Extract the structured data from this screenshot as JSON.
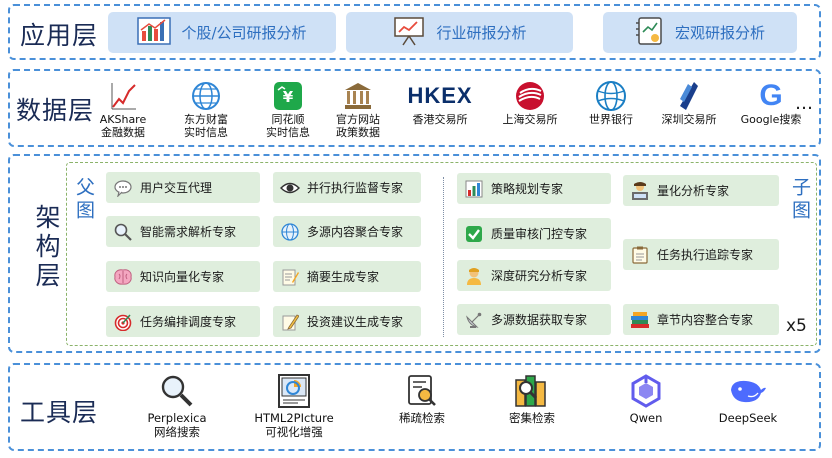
{
  "layers": {
    "application": {
      "title": "应用层",
      "cards": [
        {
          "label": "个股/公司研报分析",
          "icon": "stock-chart-icon"
        },
        {
          "label": "行业研报分析",
          "icon": "presentation-board-icon"
        },
        {
          "label": "宏观研报分析",
          "icon": "report-notebook-icon"
        }
      ]
    },
    "data": {
      "title": "数据层",
      "sources": [
        {
          "line1": "AKShare",
          "line2": "金融数据",
          "icon": "akshare-icon"
        },
        {
          "line1": "东方财富",
          "line2": "实时信息",
          "icon": "eastmoney-icon"
        },
        {
          "line1": "同花顺",
          "line2": "实时信息",
          "icon": "tonghuashun-icon"
        },
        {
          "line1": "官方网站",
          "line2": "政策数据",
          "icon": "government-building-icon"
        },
        {
          "logo_text": "HKEX",
          "line1": "香港交易所",
          "icon": "hkex-logo"
        },
        {
          "line1": "上海交易所",
          "icon": "sse-logo-icon"
        },
        {
          "line1": "世界银行",
          "icon": "world-bank-icon"
        },
        {
          "line1": "深圳交易所",
          "icon": "szse-logo-icon"
        },
        {
          "logo_text": "G",
          "line1": "Google搜索",
          "icon": "google-icon"
        }
      ],
      "more": "…"
    },
    "architecture": {
      "title": "架构层",
      "parent_label": "父图",
      "child_label": "子图",
      "multiplier": "x5",
      "parent_agents": [
        {
          "label": "用户交互代理",
          "icon": "chat-bubble-icon"
        },
        {
          "label": "并行执行监督专家",
          "icon": "eye-icon"
        },
        {
          "label": "智能需求解析专家",
          "icon": "magnifier-icon"
        },
        {
          "label": "多源内容聚合专家",
          "icon": "globe-icon"
        },
        {
          "label": "知识向量化专家",
          "icon": "brain-icon"
        },
        {
          "label": "摘要生成专家",
          "icon": "memo-icon"
        },
        {
          "label": "任务编排调度专家",
          "icon": "target-icon"
        },
        {
          "label": "投资建议生成专家",
          "icon": "pencil-icon"
        }
      ],
      "child_agents": [
        {
          "label": "策略规划专家",
          "icon": "bar-chart-icon"
        },
        {
          "label": "量化分析专家",
          "icon": "technologist-icon"
        },
        {
          "label": "质量审核门控专家",
          "icon": "check-box-icon"
        },
        {
          "label": "任务执行追踪专家",
          "icon": "clipboard-icon"
        },
        {
          "label": "深度研究分析专家",
          "icon": "researcher-icon"
        },
        {
          "label": "多源数据获取专家",
          "icon": "satellite-dish-icon"
        },
        {
          "label": "章节内容整合专家",
          "icon": "books-icon"
        }
      ]
    },
    "tools": {
      "title": "工具层",
      "items": [
        {
          "line1": "Perplexica",
          "line2": "网络搜索",
          "icon": "search-magnifier-icon"
        },
        {
          "line1": "HTML2PIcture",
          "line2": "可视化增强",
          "icon": "chart-picture-icon"
        },
        {
          "line1": "稀疏检索",
          "icon": "document-search-icon"
        },
        {
          "line1": "密集检索",
          "icon": "dense-retrieval-icon"
        },
        {
          "line1": "Qwen",
          "icon": "qwen-logo-icon"
        },
        {
          "line1": "DeepSeek",
          "icon": "deepseek-whale-icon"
        }
      ]
    }
  },
  "colors": {
    "layer_border": "#4a90d9",
    "app_card_bg": "#cfe1f6",
    "app_card_text": "#2e6fc0",
    "agent_bg": "#dfeedd",
    "arch_inner_border": "#8bb36a",
    "title_text": "#1a2b55"
  }
}
